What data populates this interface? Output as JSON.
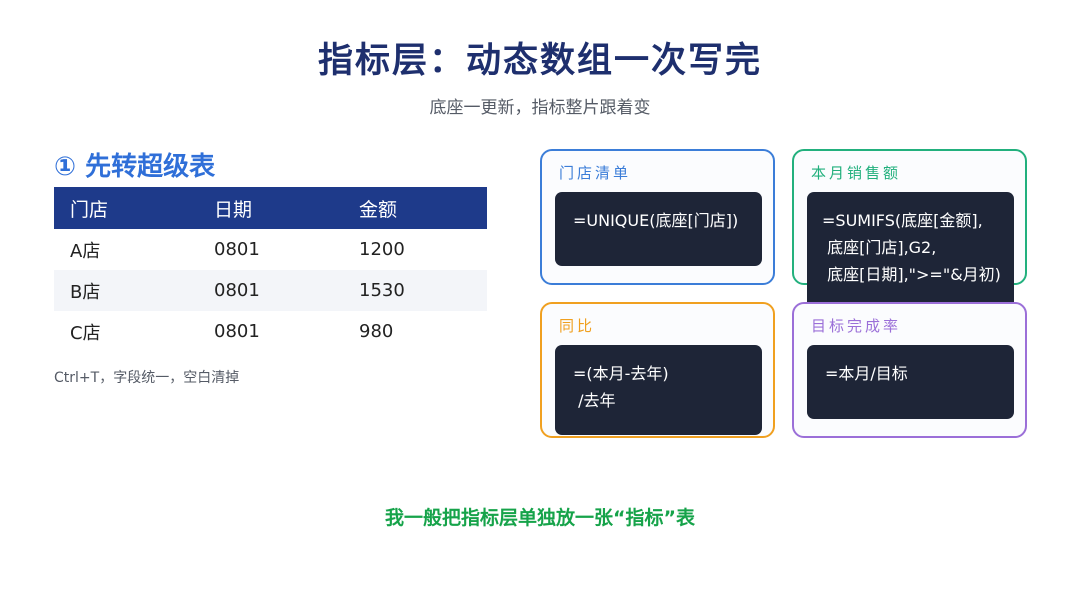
{
  "header": {
    "title": "指标层：动态数组一次写完",
    "subtitle": "底座一更新，指标整片跟着变"
  },
  "left": {
    "section_title": "① 先转超级表",
    "table": {
      "headers": [
        "门店",
        "日期",
        "金额"
      ],
      "rows": [
        [
          "A店",
          "0801",
          "1200"
        ],
        [
          "B店",
          "0801",
          "1530"
        ],
        [
          "C店",
          "0801",
          "980"
        ]
      ]
    },
    "note": "Ctrl+T，字段统一，空白清掉"
  },
  "cards": [
    {
      "label": "门店清单",
      "formula": "=UNIQUE(底座[门店])",
      "color": "#3b7dd8"
    },
    {
      "label": "本月销售额",
      "formula": "=SUMIFS(底座[金额],\n 底座[门店],G2,\n 底座[日期],\">=\"&月初)",
      "color": "#22b07d"
    },
    {
      "label": "同比",
      "formula": "=(本月-去年)\n /去年",
      "color": "#f0a020"
    },
    {
      "label": "目标完成率",
      "formula": "=本月/目标",
      "color": "#9b6fd8"
    }
  ],
  "footer": "我一般把指标层单独放一张“指标”表"
}
